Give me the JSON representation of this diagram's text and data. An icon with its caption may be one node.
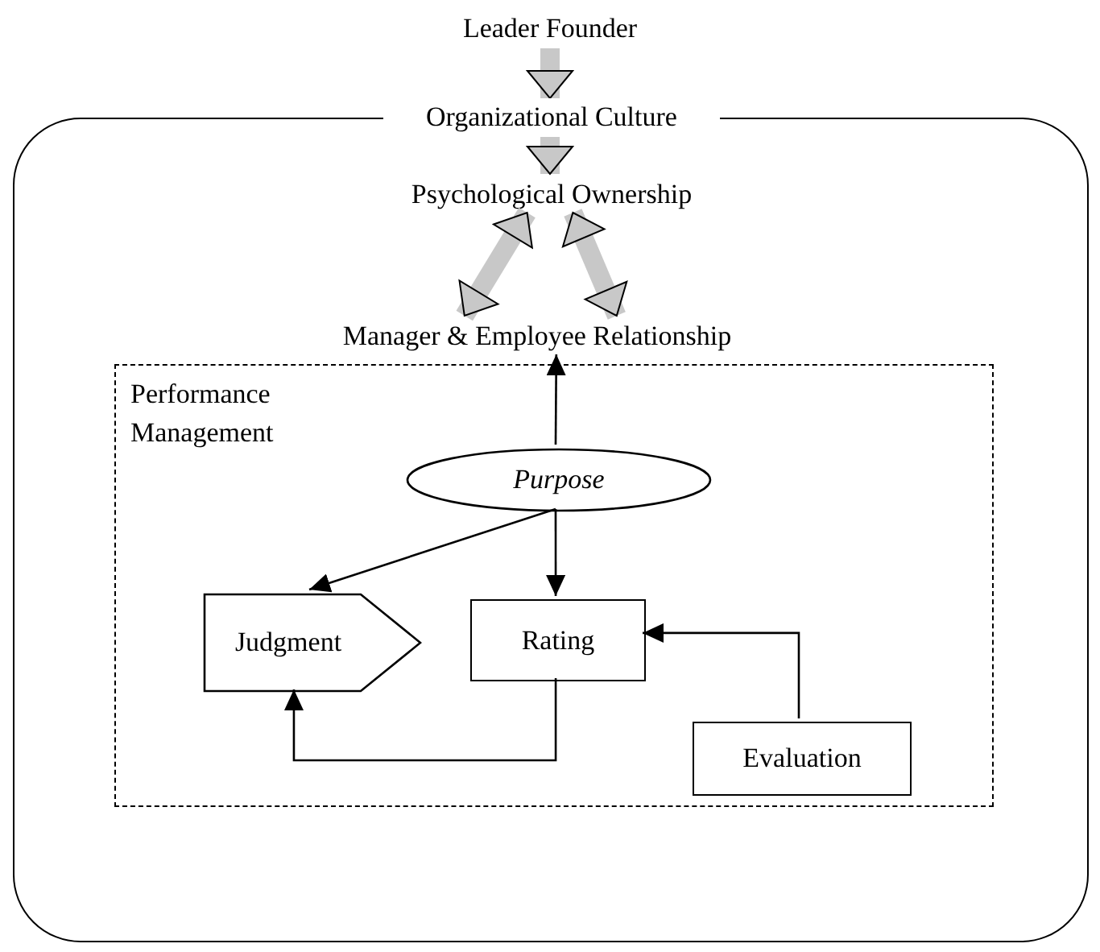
{
  "diagram": {
    "nodes": [
      {
        "text": [
          "Leader Founder"
        ]
      },
      {
        "text": [
          "Organizational Culture"
        ]
      },
      {
        "text": [
          "Psychological Ownership"
        ],
        "in": 1
      },
      {
        "text": [
          "Manager & Employee Relationship"
        ],
        "in": 1
      },
      {
        "text": [
          "Performance Management"
        ],
        "in": 1
      },
      {
        "text": [
          "Purpose"
        ],
        "in": 4
      },
      {
        "text": [
          "Judgment"
        ],
        "in": 4
      },
      {
        "text": [
          "Rating"
        ],
        "in": 4
      },
      {
        "text": [
          "Evaluation"
        ],
        "in": 4
      }
    ],
    "edges": [
      {
        "from": 0,
        "to": 1,
        "arrow": "to",
        "style": "thick",
        "color": "#c8c8c8"
      },
      {
        "from": 1,
        "to": 2,
        "arrow": "to",
        "style": "thick",
        "color": "#c8c8c8"
      },
      {
        "from": 2,
        "to": 3,
        "arrow": "both",
        "style": "thick",
        "color": "#c8c8c8"
      },
      {
        "from": 2,
        "to": 3,
        "arrow": "both",
        "style": "thick",
        "color": "#c8c8c8"
      },
      {
        "from": 5,
        "to": 3,
        "arrow": "to"
      },
      {
        "from": 5,
        "to": 6,
        "arrow": "to"
      },
      {
        "from": 5,
        "to": 7,
        "arrow": "to"
      },
      {
        "from": 7,
        "to": 6,
        "arrow": "to"
      },
      {
        "from": 8,
        "to": 7,
        "arrow": "to"
      }
    ]
  }
}
